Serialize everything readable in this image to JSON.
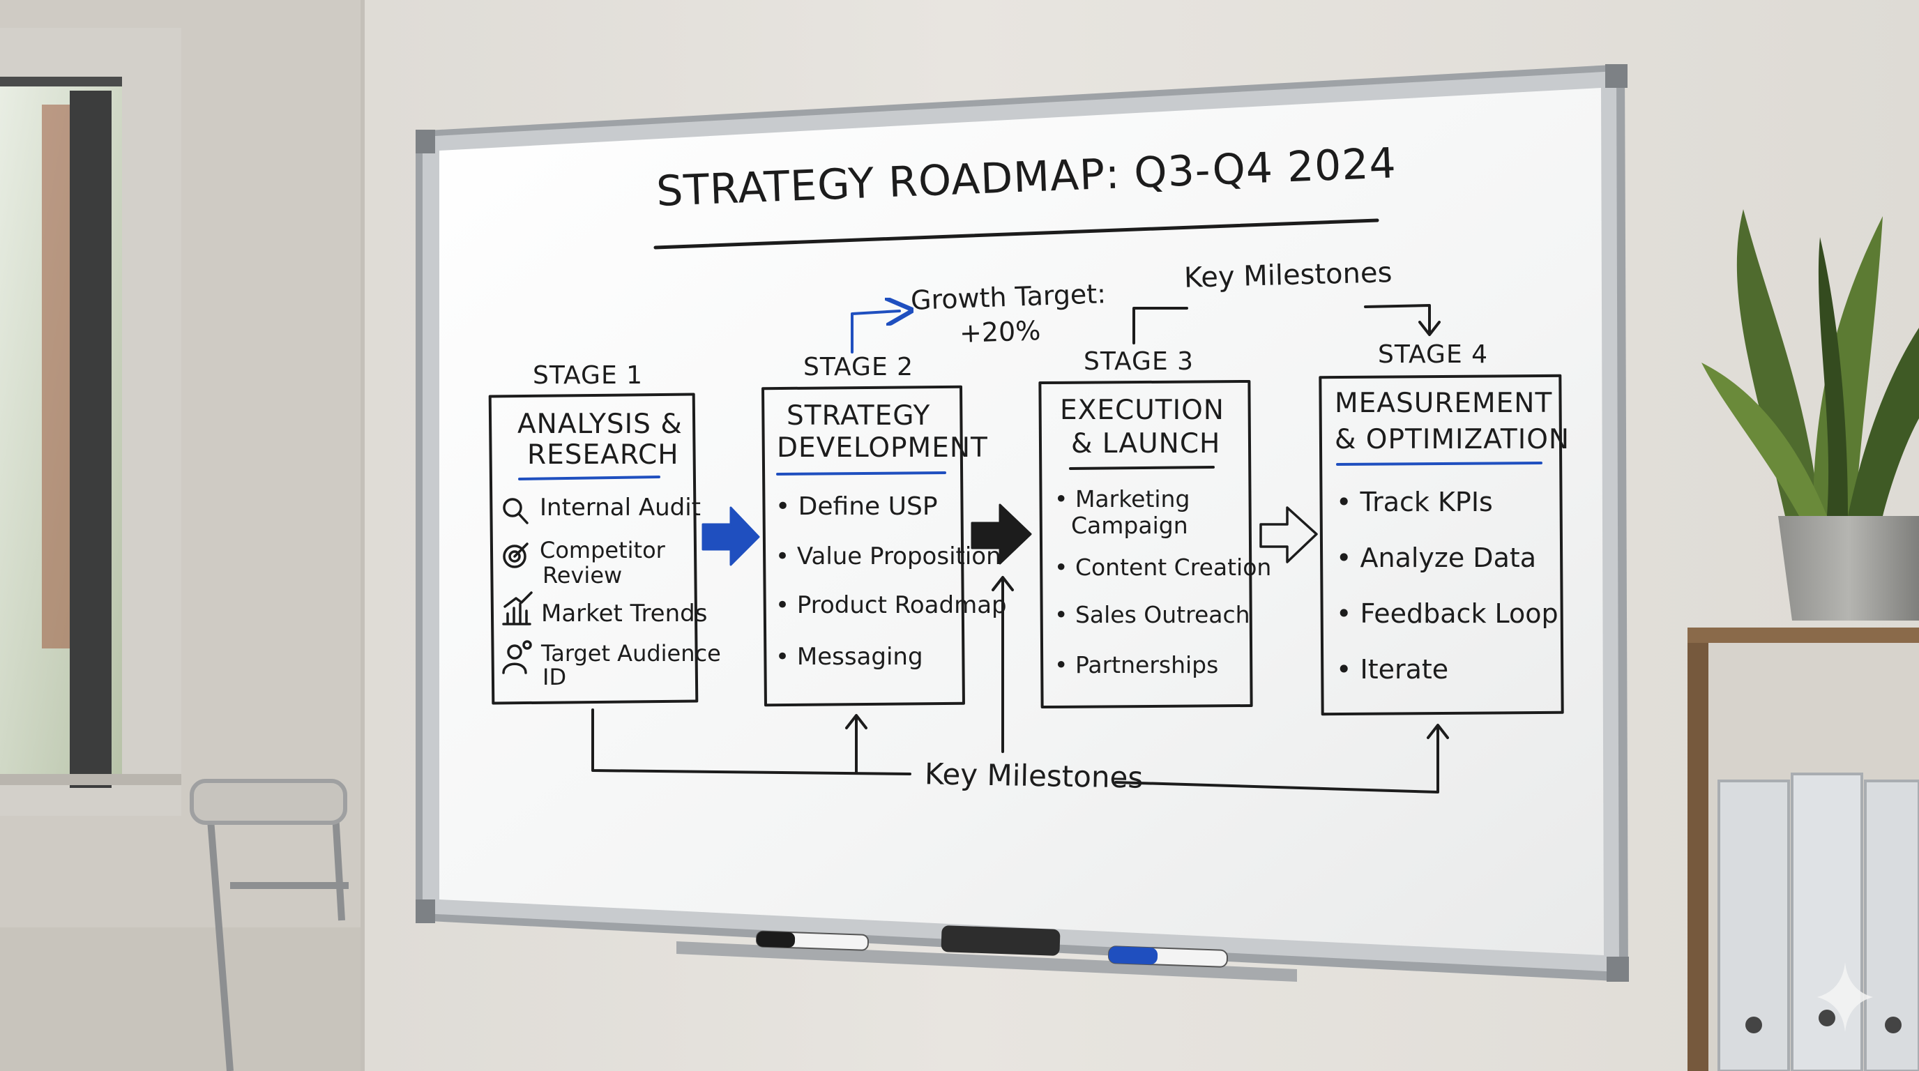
{
  "board": {
    "title": "STRATEGY ROADMAP: Q3-Q4 2024",
    "growth_target": [
      "Growth Target:",
      "+20%"
    ],
    "milestones_top": "Key Milestones",
    "milestones_bottom": "Key Milestones"
  },
  "stages": [
    {
      "stage_label": "STAGE 1",
      "title": [
        "ANALYSIS &",
        "RESEARCH"
      ],
      "items": [
        {
          "icon": "magnifier-icon",
          "lines": [
            "Internal Audit"
          ]
        },
        {
          "icon": "target-icon",
          "lines": [
            "Competitor",
            "Review"
          ]
        },
        {
          "icon": "bar-chart-icon",
          "lines": [
            "Market Trends"
          ]
        },
        {
          "icon": "person-icon",
          "lines": [
            "Target Audience",
            "ID"
          ]
        }
      ]
    },
    {
      "stage_label": "STAGE 2",
      "title": [
        "STRATEGY",
        "DEVELOPMENT"
      ],
      "items": [
        {
          "lines": [
            "• Define USP"
          ]
        },
        {
          "lines": [
            "• Value Proposition"
          ]
        },
        {
          "lines": [
            "• Product Roadmap"
          ]
        },
        {
          "lines": [
            "• Messaging"
          ]
        }
      ]
    },
    {
      "stage_label": "STAGE 3",
      "title": [
        "EXECUTION",
        "& LAUNCH"
      ],
      "items": [
        {
          "lines": [
            "• Marketing",
            "Campaign"
          ]
        },
        {
          "lines": [
            "• Content Creation"
          ]
        },
        {
          "lines": [
            "• Sales Outreach"
          ]
        },
        {
          "lines": [
            "• Partnerships"
          ]
        }
      ]
    },
    {
      "stage_label": "STAGE 4",
      "title": [
        "MEASUREMENT",
        "& OPTIMIZATION"
      ],
      "items": [
        {
          "lines": [
            "• Track KPIs"
          ]
        },
        {
          "lines": [
            "• Analyze Data"
          ]
        },
        {
          "lines": [
            "• Feedback Loop"
          ]
        },
        {
          "lines": [
            "• Iterate"
          ]
        }
      ]
    }
  ],
  "colors": {
    "wall": "#e6e3de",
    "board": "#f7f8f8",
    "frame": "#b9bcbf",
    "ink_black": "#1c1c1c",
    "ink_blue": "#1f4fbf",
    "shelf_wood": "#8a6a4a"
  }
}
